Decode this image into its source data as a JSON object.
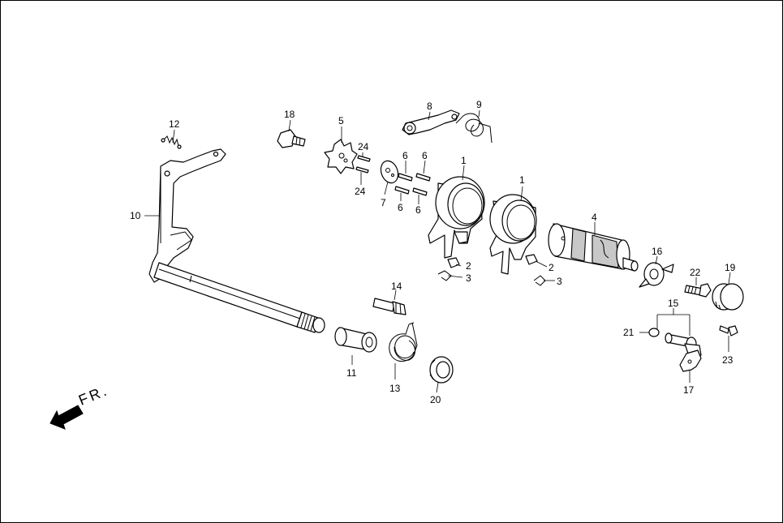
{
  "diagram": {
    "direction_label": "FR.",
    "labels": {
      "l1a": "1",
      "l1b": "1",
      "l2a": "2",
      "l2b": "2",
      "l3a": "3",
      "l3b": "3",
      "l4": "4",
      "l5": "5",
      "l6a": "6",
      "l6b": "6",
      "l6c": "6",
      "l6d": "6",
      "l7": "7",
      "l8": "8",
      "l9": "9",
      "l10": "10",
      "l11": "11",
      "l12": "12",
      "l13": "13",
      "l14": "14",
      "l15": "15",
      "l16": "16",
      "l17": "17",
      "l18": "18",
      "l19": "19",
      "l20": "20",
      "l21": "21",
      "l22": "22",
      "l23": "23",
      "l24a": "24",
      "l24b": "24"
    }
  }
}
